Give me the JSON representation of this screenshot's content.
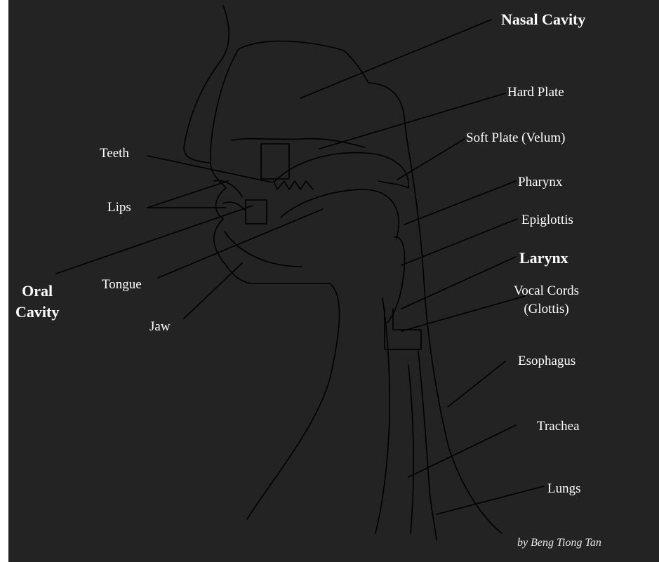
{
  "colors": {
    "background": "#ffffff",
    "panel": "#232323",
    "line": "#000000",
    "label": "#ffffff"
  },
  "labels": {
    "nasal_cavity": "Nasal Cavity",
    "hard_plate": "Hard Plate",
    "soft_plate": "Soft Plate (Velum)",
    "teeth": "Teeth",
    "pharynx": "Pharynx",
    "lips": "Lips",
    "epiglottis": "Epiglottis",
    "larynx": "Larynx",
    "oral": "Oral",
    "cavity": "Cavity",
    "tongue": "Tongue",
    "vocal_cords": "Vocal Cords",
    "glottis": "(Glottis)",
    "jaw": "Jaw",
    "esophagus": "Esophagus",
    "trachea": "Trachea",
    "lungs": "Lungs"
  },
  "credit": "by Beng Tiong Tan"
}
